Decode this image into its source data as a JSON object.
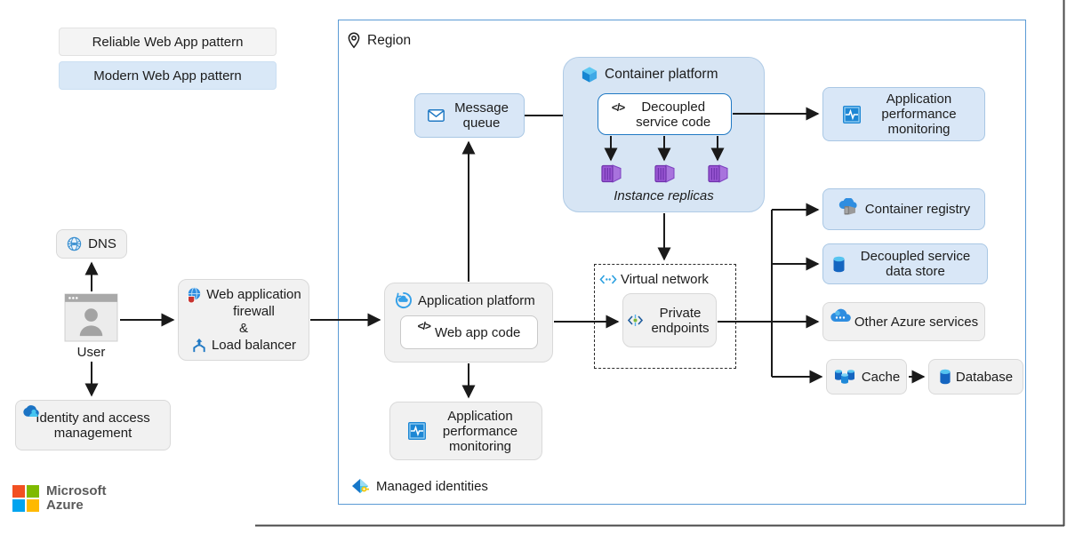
{
  "pattern_switcher": {
    "reliable_label": "Reliable Web App pattern",
    "modern_label": "Modern Web App pattern"
  },
  "region_label": "Region",
  "left_flow": {
    "dns": "DNS",
    "user": "User",
    "waf": "Web application firewall",
    "ampersand": "&",
    "load_balancer": "Load balancer",
    "iam": "Identity and access management"
  },
  "platform": {
    "app_platform": "Application platform",
    "web_app_code": "Web app code",
    "code_glyph": "</>",
    "message_queue": "Message queue",
    "apm_bottom": "Application performance monitoring"
  },
  "container_platform": {
    "title": "Container platform",
    "decoupled_service_code": "Decoupled service code",
    "instance_replicas": "Instance replicas"
  },
  "network": {
    "virtual_network": "Virtual network",
    "private_endpoints": "Private endpoints"
  },
  "right_services": {
    "apm_top": "Application performance monitoring",
    "container_registry": "Container registry",
    "decoupled_data_store": "Decoupled service data store",
    "other_azure_services": "Other Azure services",
    "cache": "Cache",
    "database": "Database"
  },
  "footer": {
    "managed_identities": "Managed identities",
    "brand_top": "Microsoft",
    "brand_bottom": "Azure"
  },
  "icons": {
    "region": "location-pin-icon",
    "message_queue": "envelope-icon",
    "container_platform": "container-cube-icon",
    "code": "code-brackets-glyph",
    "instance_replica": "container-instance-icon",
    "apm": "application-insights-icon",
    "container_registry": "container-registry-icon",
    "data_store": "database-cylinder-icon",
    "other_azure": "azure-cloud-icon",
    "cache": "cache-cylinders-icon",
    "database": "database-cylinder-icon",
    "dns": "globe-icon",
    "user": "browser-user-icon",
    "waf": "globe-shield-icon",
    "load_balancer": "load-balancer-arrows-icon",
    "iam": "identity-cloud-icon",
    "app_platform": "app-service-icon",
    "vnet": "virtual-network-icon",
    "private_endpoint": "private-endpoint-icon",
    "managed_identities": "managed-identity-icon",
    "brand": "microsoft-logo-icon"
  },
  "colors": {
    "modern_fill": "#d9e7f7",
    "modern_border": "#a9c7e4",
    "neutral_fill": "#f1f1f1",
    "neutral_border": "#d9d9d9",
    "region_border": "#5b9bd5",
    "code_box_border": "#2079c4",
    "arrow": "#1a1a1a",
    "replica_purple": "#9a57d4",
    "frame": "#4a4a4a"
  }
}
